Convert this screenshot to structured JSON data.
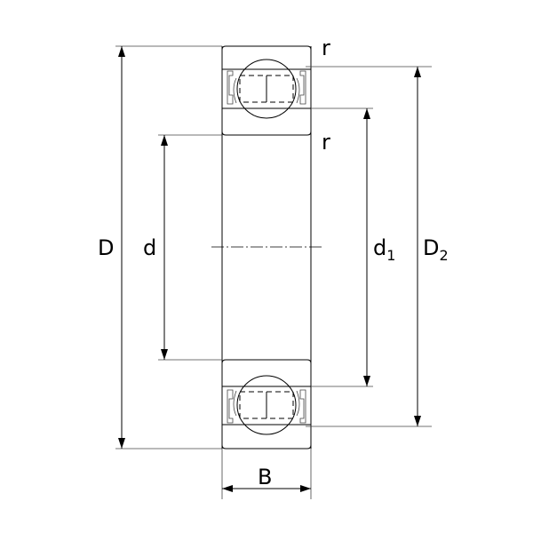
{
  "diagram": {
    "labels": {
      "outer_diameter": "D",
      "bore_diameter": "d",
      "d1_main": "d",
      "d1_sub": "1",
      "d2_main": "D",
      "d2_sub": "2",
      "width": "B",
      "radius_top": "r",
      "radius_bottom": "r"
    },
    "colors": {
      "line": "#000000",
      "background": "#ffffff"
    }
  }
}
